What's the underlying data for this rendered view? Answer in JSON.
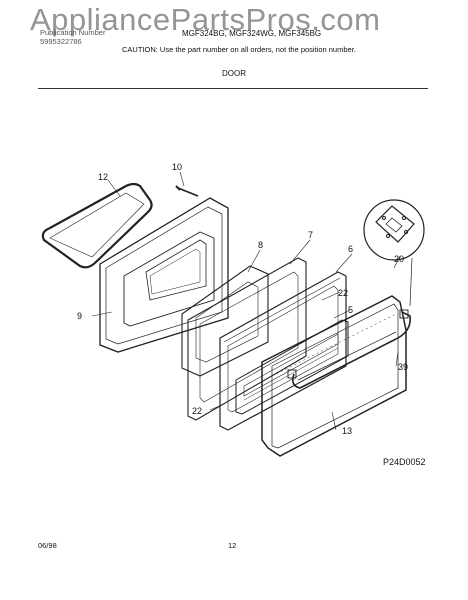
{
  "watermark": "AppliancePartsPros.com",
  "header": {
    "publication_line1": "Publication Number",
    "publication_line2": "5995322786",
    "models": "MGF324BG, MGF324WG, MGF345BG",
    "caution": "CAUTION:  Use the part number on all orders, not the position number.",
    "section": "DOOR"
  },
  "callouts": {
    "c10": "10",
    "c12": "12",
    "c8": "8",
    "c7": "7",
    "c6": "6",
    "c9": "9",
    "c20": "20",
    "c22a": "22",
    "c5": "5",
    "c39": "39",
    "c22b": "22",
    "c13": "13"
  },
  "diagram_code": "P24D0052",
  "footer": {
    "date": "06/98",
    "page": "12"
  }
}
